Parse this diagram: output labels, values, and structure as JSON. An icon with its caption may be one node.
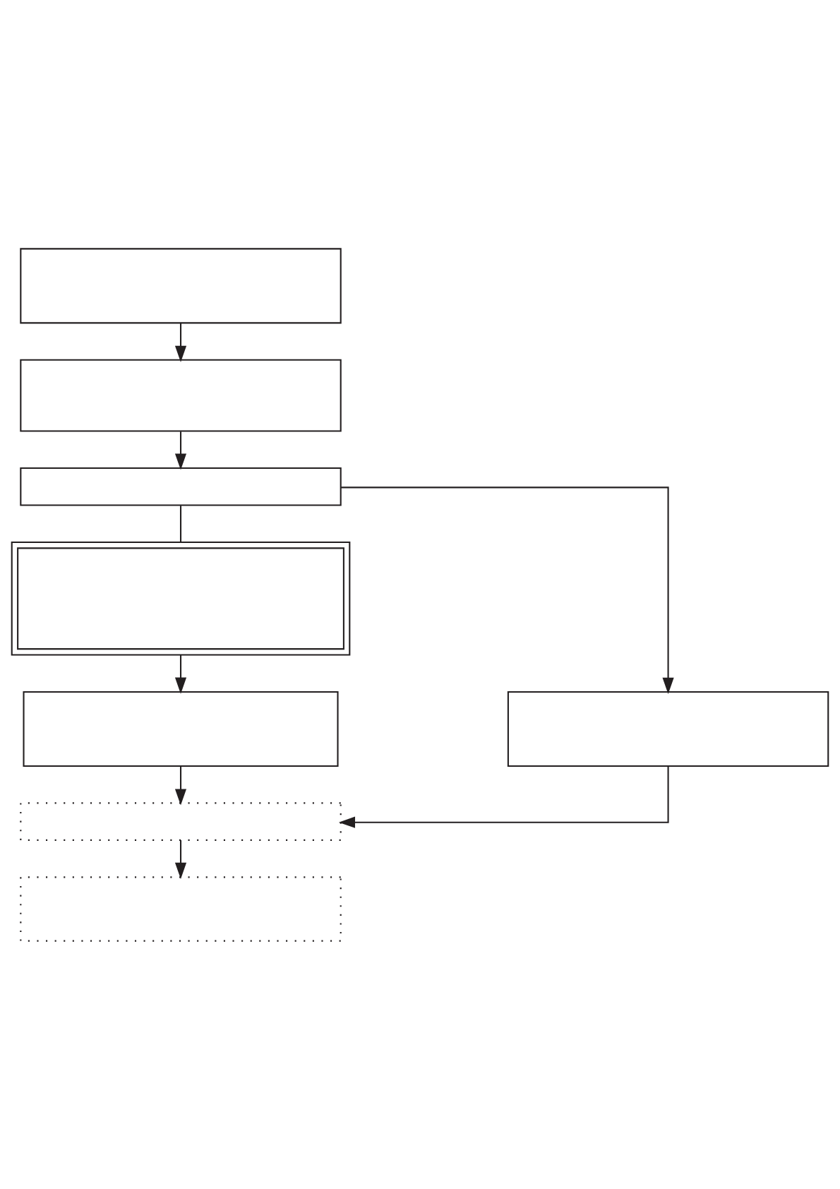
{
  "diagram": {
    "nodes": [
      {
        "text": [],
        "shape": "box"
      },
      {
        "text": [],
        "shape": "box"
      },
      {
        "text": [],
        "shape": "box"
      },
      {
        "text": [],
        "shape": "box"
      },
      {
        "text": [],
        "shape": "box"
      },
      {
        "text": [],
        "shape": "box"
      },
      {
        "text": [],
        "shape": "box"
      },
      {
        "text": [],
        "shape": "box"
      }
    ],
    "edges": [
      {
        "from": 0,
        "to": 1,
        "arrow": "to"
      },
      {
        "from": 1,
        "to": 2,
        "arrow": "to"
      },
      {
        "from": 2,
        "to": 3,
        "arrow": "none"
      },
      {
        "from": 2,
        "to": 5,
        "arrow": "to"
      },
      {
        "from": 3,
        "to": 4,
        "arrow": "to"
      },
      {
        "from": 4,
        "to": 6,
        "arrow": "to"
      },
      {
        "from": 5,
        "to": 6,
        "arrow": "to"
      },
      {
        "from": 6,
        "to": 7,
        "arrow": "to"
      }
    ]
  }
}
